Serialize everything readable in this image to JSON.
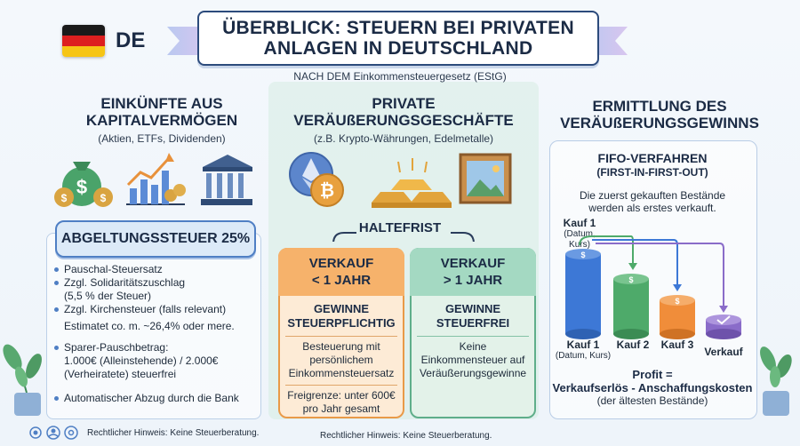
{
  "header": {
    "country_code": "DE",
    "title_line1": "ÜBERBLICK: STEUERN BEI PRIVATEN",
    "title_line2": "ANLAGEN IN DEUTSCHLAND",
    "subtitle": "NACH DEM Einkommensteuergesetz (EStG)"
  },
  "left": {
    "title_line1": "EINKÜNFTE AUS",
    "title_line2": "KAPITALVERMÖGEN",
    "sub": "(Aktien, ETFs, Dividenden)",
    "icons": [
      "money-bags-icon",
      "growth-chart-icon",
      "bank-icon"
    ],
    "badge": "ABGELTUNGSSTEUER 25%",
    "items": [
      {
        "l1": "Pauschal-Steuersatz"
      },
      {
        "l1": "Zzgl. Solidaritätszuschlag",
        "l2": "(5,5 % der Steuer)"
      },
      {
        "l1": "Zzgl. Kirchensteuer (falls relevant)",
        "l2": "Estimatet co. m. ~26,4% oder mere."
      },
      {
        "l1": "Sparer-Pauschbetrag:",
        "l2": "1.000€ (Alleinstehende) / 2.000€",
        "l3": "(Verheiratete) steuerfrei"
      },
      {
        "l1": "Automatischer Abzug durch die Bank"
      }
    ]
  },
  "middle": {
    "title_line1": "PRIVATE",
    "title_line2": "VERÄUßERUNGSGESCHÄFTE",
    "sub": "(z.B. Krypto-Währungen, Edelmetalle)",
    "icons": [
      "crypto-coins-icon",
      "gold-bars-icon",
      "picture-frame-icon"
    ],
    "haltefrist": "HALTEFRIST",
    "short": {
      "head1": "VERKAUF",
      "head2": "< 1 JAHR",
      "result1": "GEWINNE",
      "result2": "STEUERPFLICHTIG",
      "t1": "Besteuerung mit",
      "t2": "persönlichem",
      "t3": "Einkommensteuersatz",
      "f1": "Freigrenze: unter 600€",
      "f2": "pro Jahr gesamt"
    },
    "long": {
      "head1": "VERKAUF",
      "head2": "> 1 JAHR",
      "result1": "GEWINNE",
      "result2": "STEUERFREI",
      "t1": "Keine",
      "t2": "Einkommensteuer auf",
      "t3": "Veräußerungsgewinne"
    }
  },
  "right": {
    "title_line1": "ERMITTLUNG DES",
    "title_line2": "VERÄUßERUNGSGEWINNS",
    "fifo": "FIFO-VERFAHREN",
    "fifo_sub": "(FIRST-IN-FIRST-OUT)",
    "desc1": "Die zuerst gekauften Bestände",
    "desc2": "werden als erstes verkauft.",
    "kauf1_top": "Kauf 1",
    "kauf1_top_sub": "(Datum, Kurs)",
    "kauf1": "Kauf 1",
    "kauf1_sub": "(Datum, Kurs)",
    "kauf2": "Kauf 2",
    "kauf3": "Kauf 3",
    "verkauf": "Verkauf",
    "profit1": "Profit =",
    "profit2": "Verkaufserlös - Anschaffungskosten",
    "profit3": "(der ältesten Bestände)",
    "colors": {
      "blue": "#3d78d6",
      "green": "#4eaa6a",
      "orange": "#f08d3a",
      "purple": "#8a6cc9"
    }
  },
  "footer": {
    "note_left": "Rechtlicher Hinweis: Keine Steuerberatung.",
    "note_center": "Rechtlicher Hinweis: Keine Steuerberatung.",
    "icons": [
      "sun-icon",
      "user-icon",
      "settings-icon"
    ]
  }
}
